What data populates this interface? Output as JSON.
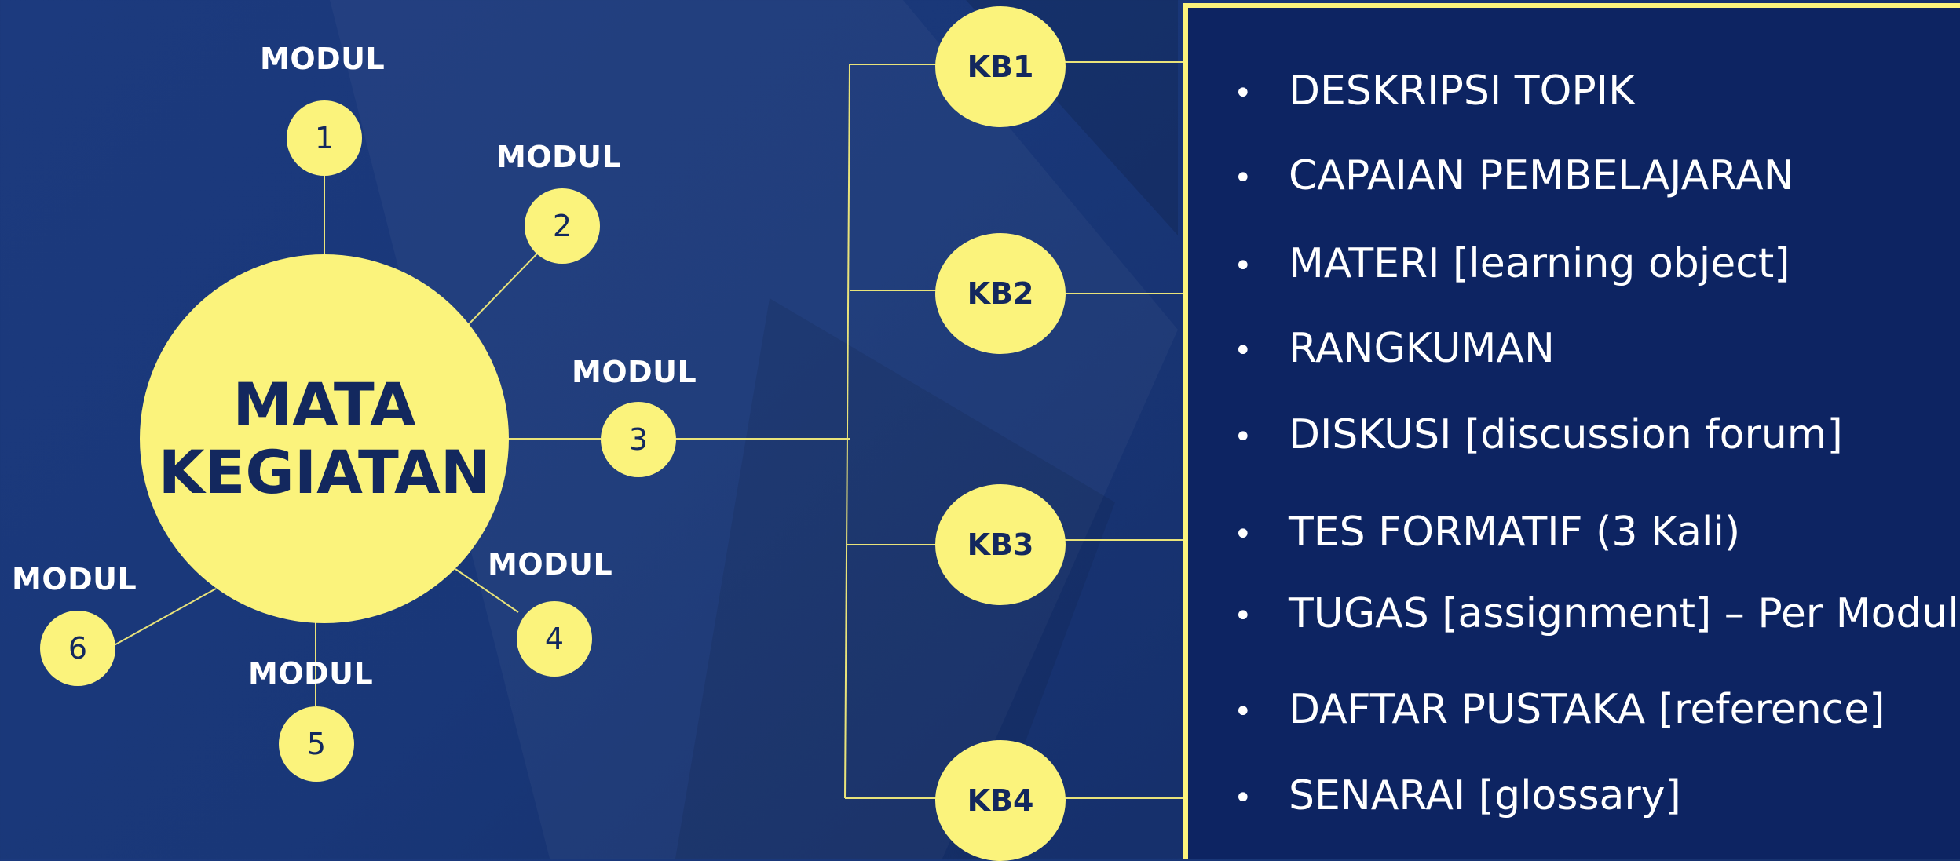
{
  "center": {
    "line1": "MATA",
    "line2": "KEGIATAN"
  },
  "modules": [
    {
      "label": "MODUL",
      "number": "1"
    },
    {
      "label": "MODUL",
      "number": "2"
    },
    {
      "label": "MODUL",
      "number": "3"
    },
    {
      "label": "MODUL",
      "number": "4"
    },
    {
      "label": "MODUL",
      "number": "5"
    },
    {
      "label": "MODUL",
      "number": "6"
    }
  ],
  "kb": [
    "KB1",
    "KB2",
    "KB3",
    "KB4"
  ],
  "panel_items": [
    "DESKRIPSI TOPIK",
    "CAPAIAN PEMBELAJARAN",
    "MATERI [learning object]",
    "RANGKUMAN",
    "DISKUSI [discussion forum]",
    "TES FORMATIF (3 Kali)",
    "TUGAS [assignment] – Per Modul",
    "DAFTAR PUSTAKA [reference]",
    "SENARAI [glossary]"
  ],
  "bullet": "•",
  "colors": {
    "accent": "#fbf37c",
    "text_dark": "#13285e",
    "panel": "#0d2462",
    "background": "#1c3a7e"
  }
}
